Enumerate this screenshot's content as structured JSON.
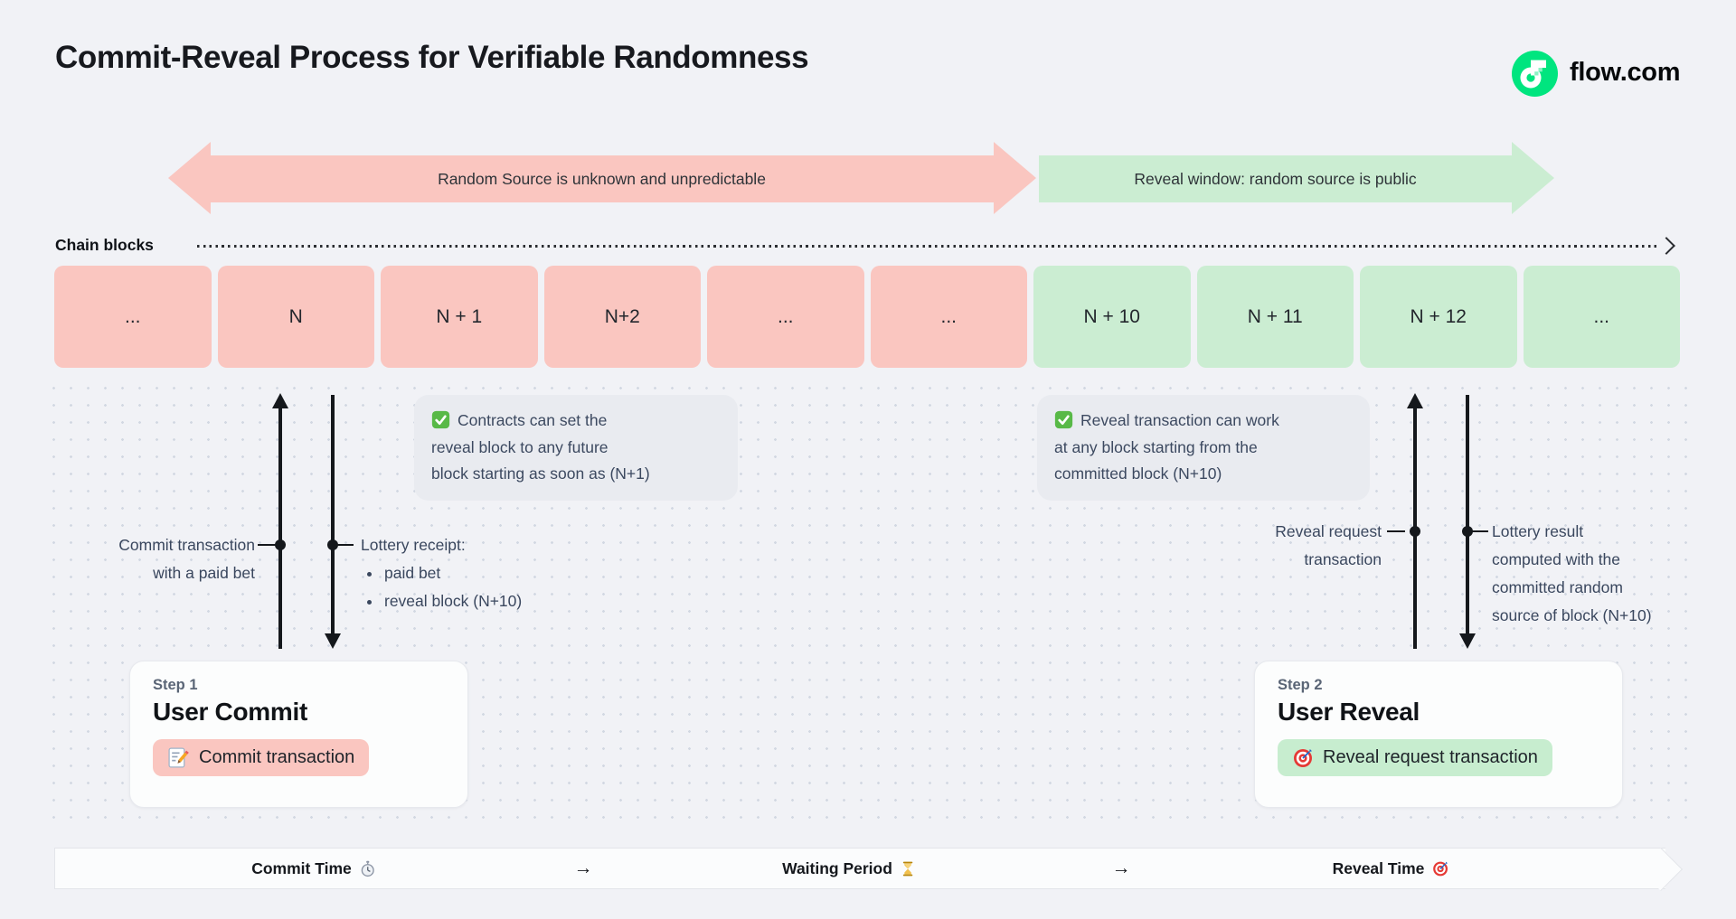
{
  "header": {
    "title": "Commit-Reveal Process for Verifiable Randomness",
    "brand": "flow.com"
  },
  "bands": {
    "unpredictable": "Random Source is unknown and unpredictable",
    "reveal": "Reveal window: random source is public"
  },
  "chain": {
    "label": "Chain blocks",
    "blocks": [
      {
        "label": "...",
        "variant": "red"
      },
      {
        "label": "N",
        "variant": "red"
      },
      {
        "label": "N + 1",
        "variant": "red"
      },
      {
        "label": "N+2",
        "variant": "red"
      },
      {
        "label": "...",
        "variant": "red"
      },
      {
        "label": "...",
        "variant": "red"
      },
      {
        "label": "N + 10",
        "variant": "green"
      },
      {
        "label": "N + 11",
        "variant": "green"
      },
      {
        "label": "N + 12",
        "variant": "green"
      },
      {
        "label": "...",
        "variant": "green"
      }
    ]
  },
  "callouts": {
    "commit": {
      "icon": "check",
      "lines": [
        "Contracts can set the",
        "reveal block to any future",
        "block starting as soon as (N+1)"
      ]
    },
    "reveal": {
      "icon": "check",
      "lines": [
        "Reveal transaction can work",
        "at any block starting from the",
        "committed block (N+10)"
      ]
    }
  },
  "annotations": {
    "commit_tx": {
      "lines": [
        "Commit transaction",
        "with a paid bet"
      ]
    },
    "lottery_receipt": {
      "title": "Lottery receipt:",
      "bullets": [
        "paid bet",
        "reveal block (N+10)"
      ]
    },
    "reveal_request": {
      "lines": [
        "Reveal request",
        "transaction"
      ]
    },
    "lottery_result": {
      "lines": [
        "Lottery result",
        "computed with the",
        "committed random",
        "source of block (N+10)"
      ]
    }
  },
  "steps": {
    "step1": {
      "eyebrow": "Step 1",
      "title": "User Commit",
      "pill": "Commit transaction",
      "pill_icon": "memo-icon"
    },
    "step2": {
      "eyebrow": "Step 2",
      "title": "User Reveal",
      "pill": "Reveal request transaction",
      "pill_icon": "target-icon"
    }
  },
  "timeline": {
    "items": [
      {
        "text": "Commit Time",
        "icon": "stopwatch-icon"
      },
      {
        "text": "→",
        "icon": ""
      },
      {
        "text": "Waiting Period",
        "icon": "hourglass-icon"
      },
      {
        "text": "→",
        "icon": ""
      },
      {
        "text": "Reveal Time",
        "icon": "target-icon"
      }
    ]
  },
  "colors": {
    "page_bg": "#F1F2F6",
    "red_block": "#FAC6C0",
    "green_block": "#CBEDD2",
    "brand_green": "#00E57F",
    "ink": "#15181C",
    "slate_text": "#3C4960",
    "callout_bg": "#E9EBF0",
    "card_bg": "#FCFDFD"
  }
}
